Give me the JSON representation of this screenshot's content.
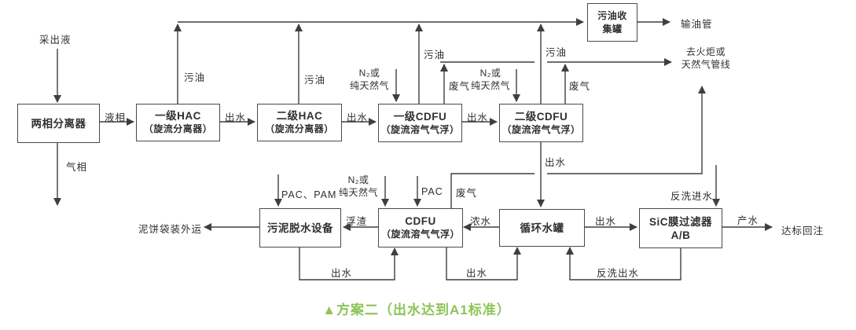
{
  "colors": {
    "caption_green": "#8DC457",
    "line": "#3f3f3f"
  },
  "caption": "▲方案二（出水达到A1标准）",
  "boxes": {
    "two_phase_separator": {
      "line1": "两相分离器"
    },
    "hac1": {
      "line1": "一级HAC",
      "line2": "（旋流分离器）"
    },
    "hac2": {
      "line1": "二级HAC",
      "line2": "（旋流分离器）"
    },
    "cdfu1": {
      "line1": "一级CDFU",
      "line2": "（旋流溶气气浮）"
    },
    "cdfu2": {
      "line1": "二级CDFU",
      "line2": "（旋流溶气气浮）"
    },
    "oil_collect_tank": {
      "line1": "污油收",
      "line2": "集罐"
    },
    "sludge_dewatering": {
      "line1": "污泥脱水设备"
    },
    "cdfu3": {
      "line1": "CDFU",
      "line2": "（旋流溶气气浮）"
    },
    "circulating_tank": {
      "line1": "循环水罐"
    },
    "sic_filter": {
      "line1": "SiC膜过滤器",
      "line2": "A/B"
    }
  },
  "labels": {
    "produced_liquid": "采出液",
    "liquid_phase": "液相",
    "gas_phase": "气相",
    "outlet_water": "出水",
    "waste_oil": "污油",
    "waste_gas": "废气",
    "n2_or": "N₂或",
    "pure_natural_gas": "纯天然气",
    "oil_pipeline": "输油管",
    "to_flare_line1": "去火炬或",
    "to_flare_line2": "天然气管线",
    "pac_pam": "PAC、PAM",
    "pac": "PAC",
    "mud_cake_out": "泥饼袋装外运",
    "scum": "浮渣",
    "concentrated_water": "浓水",
    "backwash_inlet": "反洗进水",
    "backwash_outlet": "反洗出水",
    "product_water": "产水",
    "standard_reinjection": "达标回注"
  }
}
